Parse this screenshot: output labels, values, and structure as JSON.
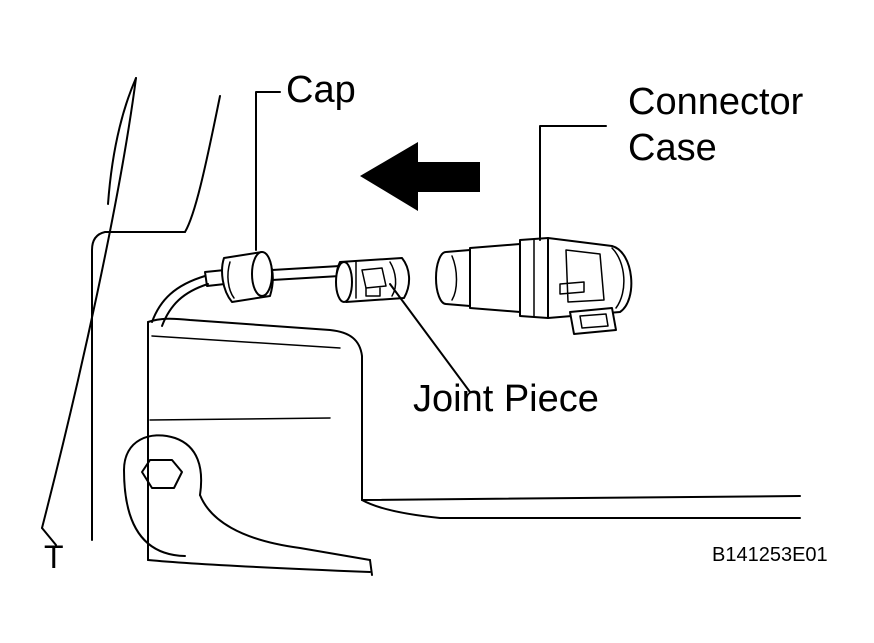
{
  "labels": {
    "cap": "Cap",
    "connector_case_line1": "Connector",
    "connector_case_line2": "Case",
    "joint_piece": "Joint Piece",
    "view_marker": "T",
    "figure_code": "B141253E01"
  },
  "colors": {
    "ink": "#000000",
    "background": "#ffffff"
  },
  "icons": {
    "direction": "left-arrow-icon"
  }
}
